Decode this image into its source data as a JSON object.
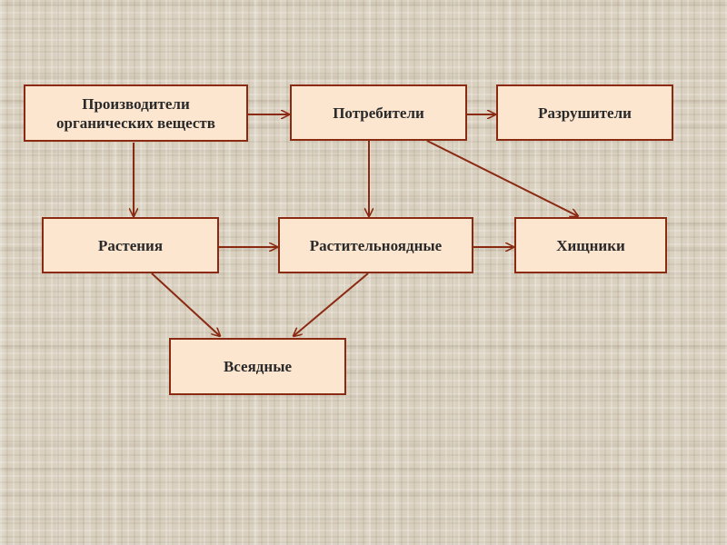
{
  "diagram": {
    "colors": {
      "box_fill": "#fce6d0",
      "box_border": "#8b2a12",
      "arrow": "#8b2a12",
      "text": "#2a2a2a"
    },
    "nodes": {
      "producers": "Производители\nорганических веществ",
      "consumers": "Потребители",
      "decomposers": "Разрушители",
      "plants": "Растения",
      "herbivores": "Растительноядные",
      "predators": "Хищники",
      "omnivores": "Всеядные"
    },
    "edges": [
      {
        "from": "producers",
        "to": "consumers"
      },
      {
        "from": "consumers",
        "to": "decomposers"
      },
      {
        "from": "producers",
        "to": "plants"
      },
      {
        "from": "consumers",
        "to": "herbivores"
      },
      {
        "from": "consumers",
        "to": "predators"
      },
      {
        "from": "plants",
        "to": "herbivores"
      },
      {
        "from": "herbivores",
        "to": "predators"
      },
      {
        "from": "plants",
        "to": "omnivores"
      },
      {
        "from": "herbivores",
        "to": "omnivores"
      }
    ]
  }
}
